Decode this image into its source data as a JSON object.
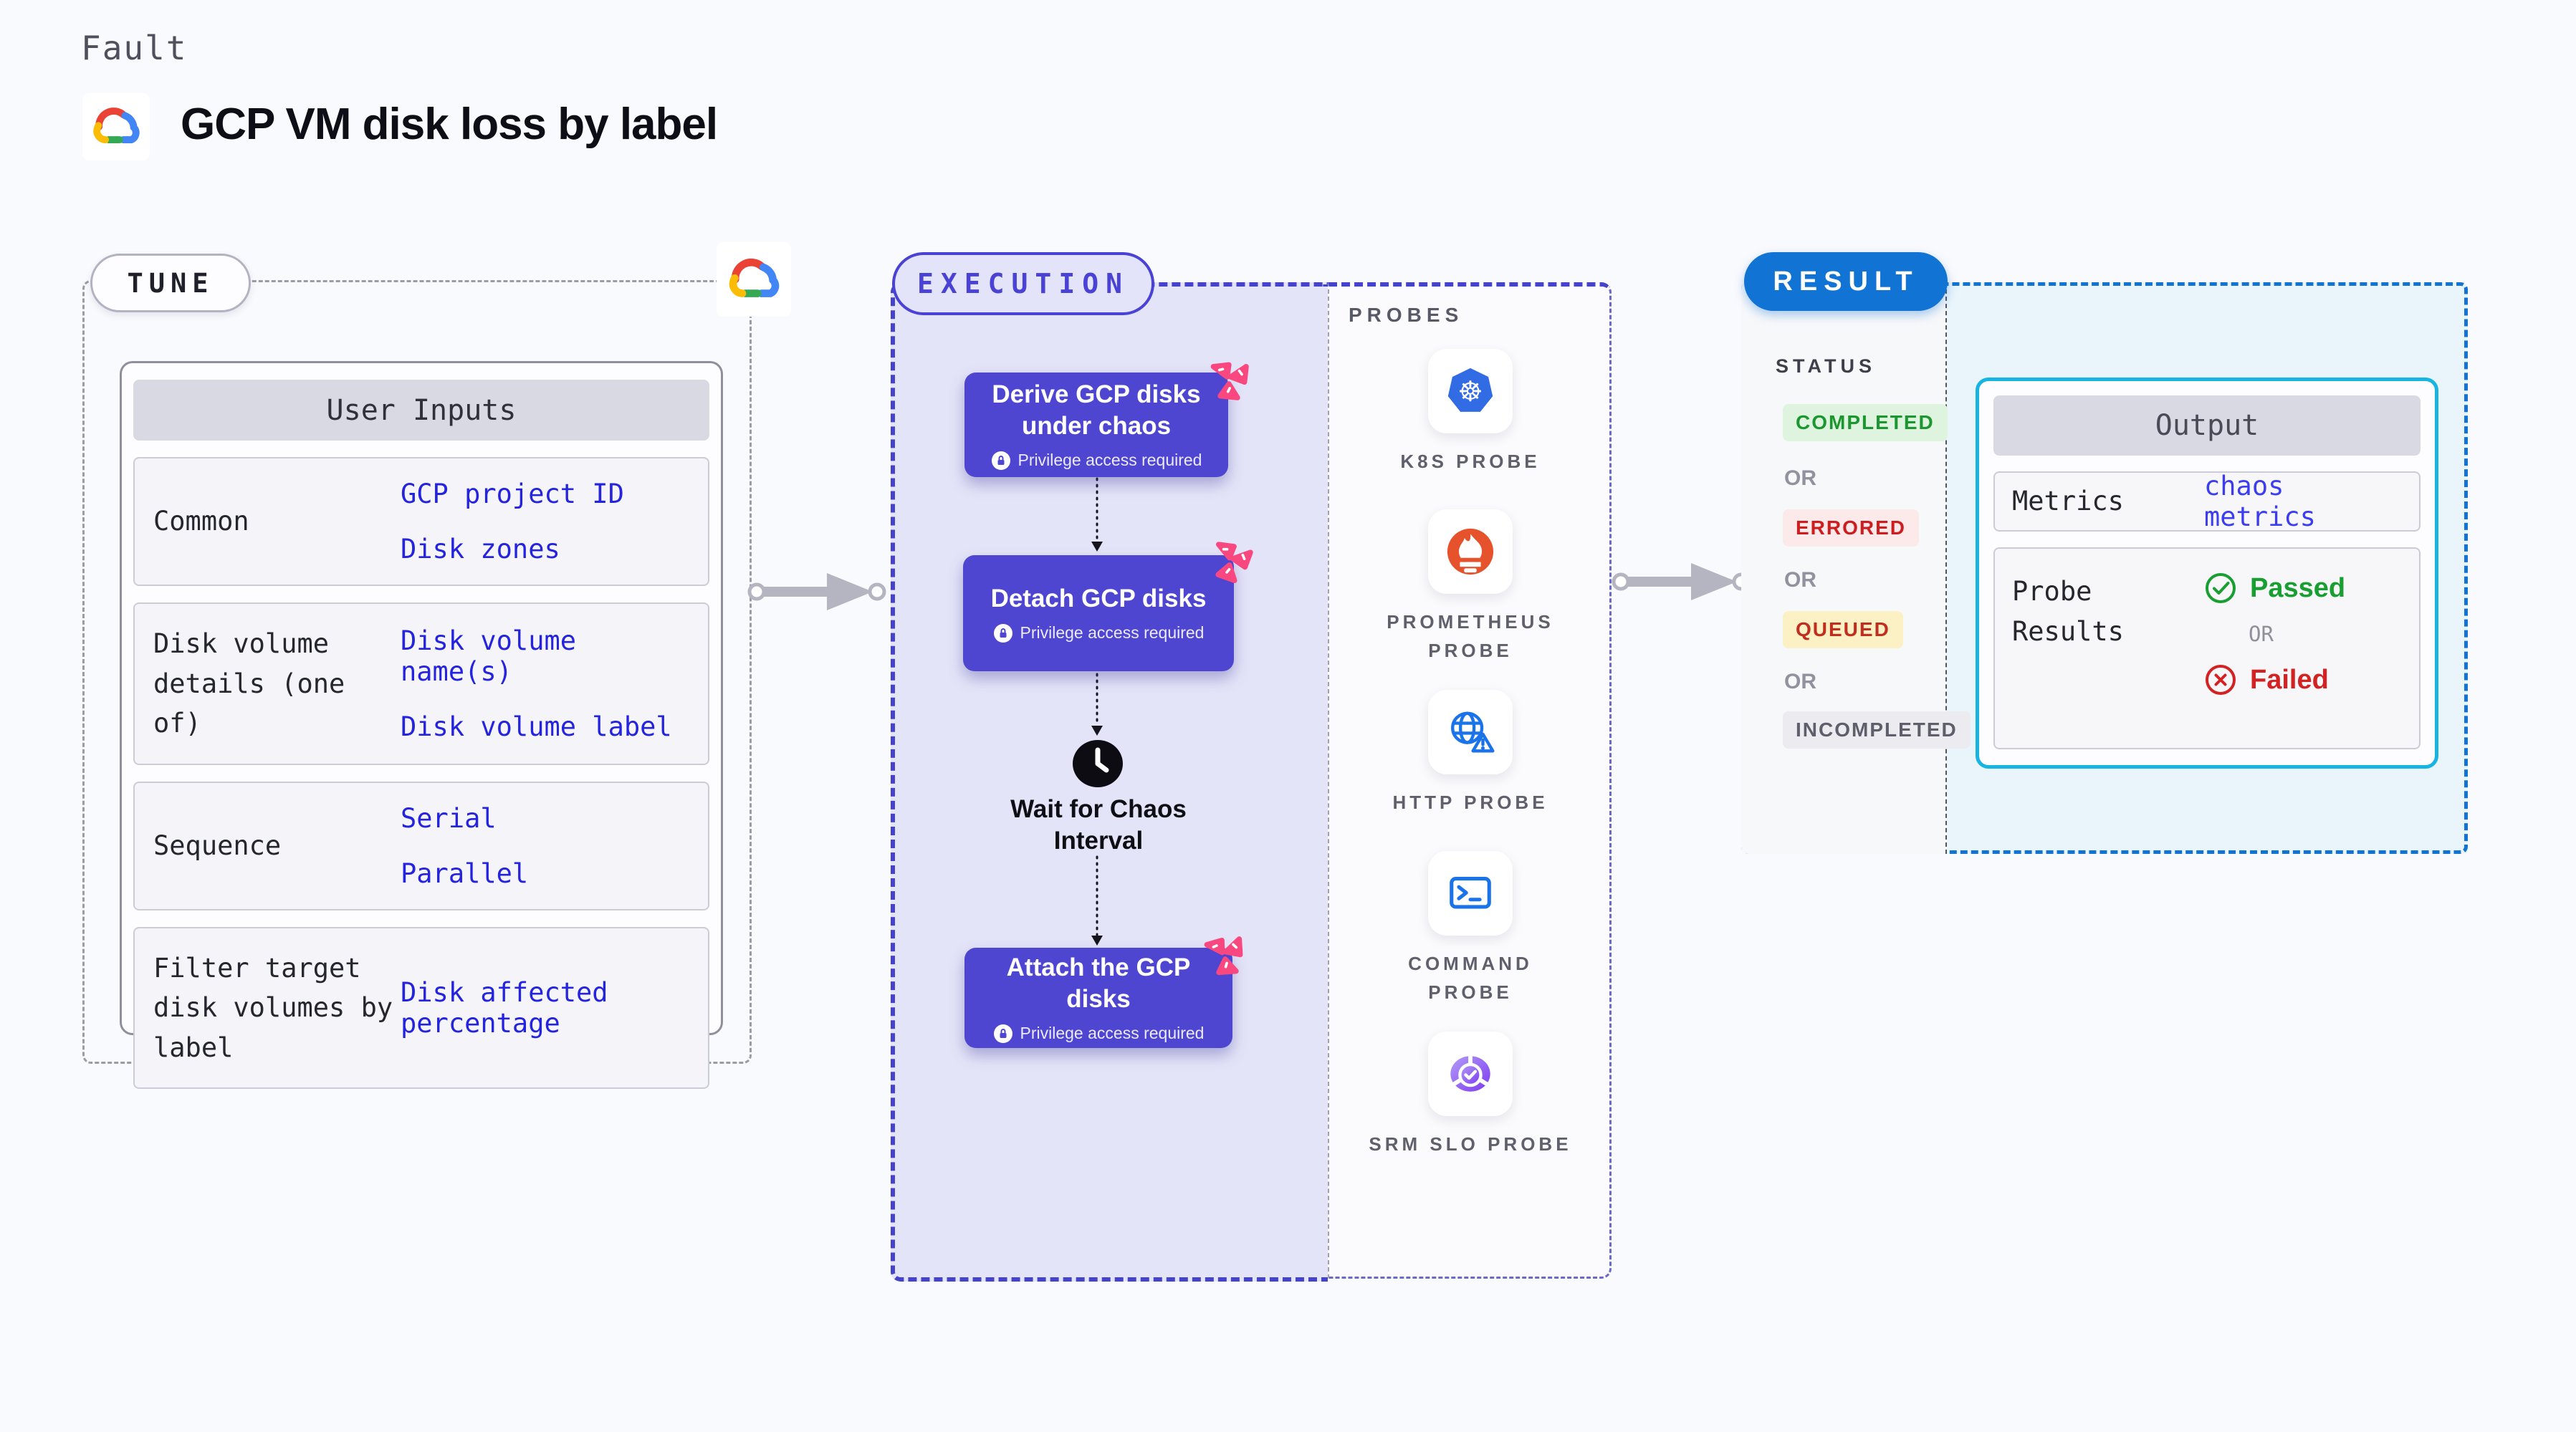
{
  "page": {
    "kicker": "Fault",
    "title": "GCP VM disk loss by label"
  },
  "tune": {
    "badge": "TUNE",
    "user_inputs": {
      "header": "User Inputs",
      "rows": [
        {
          "label": "Common",
          "values": [
            "GCP project ID",
            "Disk zones"
          ]
        },
        {
          "label": "Disk volume details (one of)",
          "values": [
            "Disk volume name(s)",
            "Disk volume label"
          ]
        },
        {
          "label": "Sequence",
          "values": [
            "Serial",
            "Parallel"
          ]
        },
        {
          "label": "Filter target disk volumes by label",
          "values": [
            "Disk affected percentage"
          ]
        }
      ]
    }
  },
  "execution": {
    "badge": "EXECUTION",
    "steps": [
      {
        "title": "Derive GCP disks under chaos",
        "note": "Privilege access required"
      },
      {
        "title": "Detach GCP disks",
        "note": "Privilege access required"
      },
      {
        "title": "Attach the GCP disks",
        "note": "Privilege access required"
      }
    ],
    "wait_label": "Wait for Chaos Interval"
  },
  "probes": {
    "heading": "PROBES",
    "items": [
      {
        "label": "K8S PROBE",
        "icon": "kubernetes-wheel-icon"
      },
      {
        "label": "PROMETHEUS PROBE",
        "icon": "prometheus-flame-icon"
      },
      {
        "label": "HTTP PROBE",
        "icon": "http-globe-warning-icon"
      },
      {
        "label": "COMMAND PROBE",
        "icon": "terminal-icon"
      },
      {
        "label": "SRM SLO PROBE",
        "icon": "slo-donut-check-icon"
      }
    ]
  },
  "result": {
    "badge": "RESULT",
    "status": {
      "heading": "STATUS",
      "or": "OR",
      "badges": [
        {
          "label": "COMPLETED",
          "text_color": "#1b9631",
          "bg_color": "#def4df"
        },
        {
          "label": "ERRORED",
          "text_color": "#cc1e1e",
          "bg_color": "#fce9e9"
        },
        {
          "label": "QUEUED",
          "text_color": "#bf2e1f",
          "bg_color": "#fcf0c5"
        },
        {
          "label": "INCOMPLETED",
          "text_color": "#5f5f6c",
          "bg_color": "#ebebf0"
        }
      ]
    },
    "output": {
      "header": "Output",
      "metrics_label": "Metrics",
      "metrics_value": "chaos metrics",
      "probe_results_label": "Probe Results",
      "passed_label": "Passed",
      "or": "OR",
      "failed_label": "Failed"
    }
  },
  "icons": {
    "gcp-logo-icon": "multicolor google cloud",
    "litmus-pinwheel-icon": "pink pinwheel",
    "kubernetes-wheel-icon": "blue heptagon helm wheel",
    "prometheus-flame-icon": "orange circle torch flame",
    "http-globe-warning-icon": "globe with warning triangle",
    "terminal-icon": "terminal prompt window",
    "slo-donut-check-icon": "purple donut chart with check",
    "clock-icon": "black clock",
    "lock-icon": "white circle lock",
    "flow-arrow-icon": "gray arrow with node circles",
    "check-circle-icon": "green circled check",
    "x-circle-icon": "red circled x"
  },
  "colors": {
    "page_bg": "#f9fafd",
    "step_purple": "#4e45d1",
    "execution_indigo": "#4a42d5",
    "pin_pink": "#f9487f",
    "result_blue": "#1173d3",
    "output_border_cyan": "#16b3e3",
    "table_value_blue": "#2424de",
    "link_blue": "#3d3df0",
    "passed_green": "#189e31",
    "failed_red": "#d32222"
  }
}
